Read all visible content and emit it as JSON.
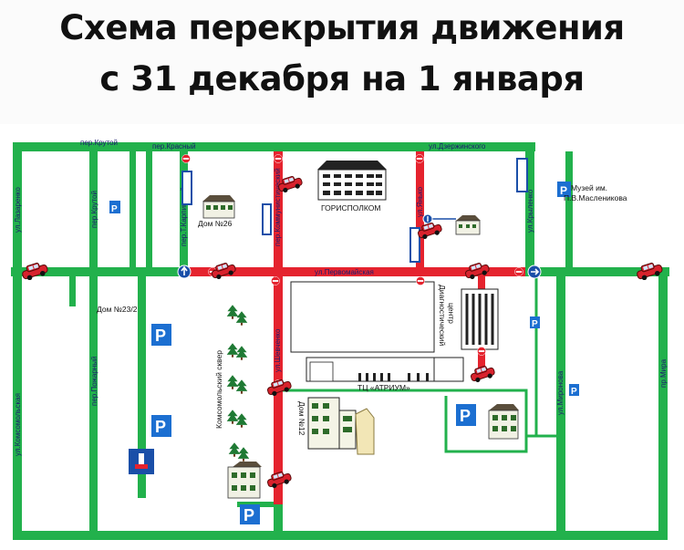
{
  "header": {
    "line1": "Схема перекрытия движения",
    "line2": "с 31 декабря на 1 января"
  },
  "colors": {
    "open_road": "#22b14c",
    "closed_road": "#e5232e",
    "parking": "#1c6fd1",
    "car": "#d8222d",
    "sign_blue": "#1a4fa8"
  },
  "streets": {
    "krutoy_h": "пер.Крутой",
    "krasny": "пер.Красный",
    "dzerzhinskogo": "ул.Дзержинского",
    "lazarenko": "ул.Лазаренко",
    "krutoy_v": "пер.Крутой",
    "karpinskoy": "пер.Т.Карпинской",
    "kommunisticheskiy": "пер.Коммунистический",
    "yanko": "ул.Янько",
    "krylenko": "ул.Крыленко",
    "pervomayskaya": "ул.Первомайская",
    "komsomolskaya": "ул.Комсомольская",
    "pozharny": "пер.Пожарный",
    "shevchenko": "ул.Шевченко",
    "mironova": "ул.Миронова",
    "mira": "пр.Мира"
  },
  "places": {
    "gorispolkom": "ГОРИСПОЛКОМ",
    "house26": "Дом №26",
    "house23": "Дом №23/2",
    "house12": "Дом №12",
    "museum_line1": "Музей им.",
    "museum_line2": "П.В.Масленикова",
    "diag_line1": "Диагностический",
    "diag_line2": "центр",
    "atrium": "ТЦ «АТРИУМ»",
    "skver": "Комсомольский сквер"
  },
  "icons": {
    "parking": "P",
    "car": "car-icon",
    "no_entry": "no-entry-icon",
    "direction": "direction-arrow-icon",
    "tree": "tree-icon",
    "building": "building-icon"
  }
}
